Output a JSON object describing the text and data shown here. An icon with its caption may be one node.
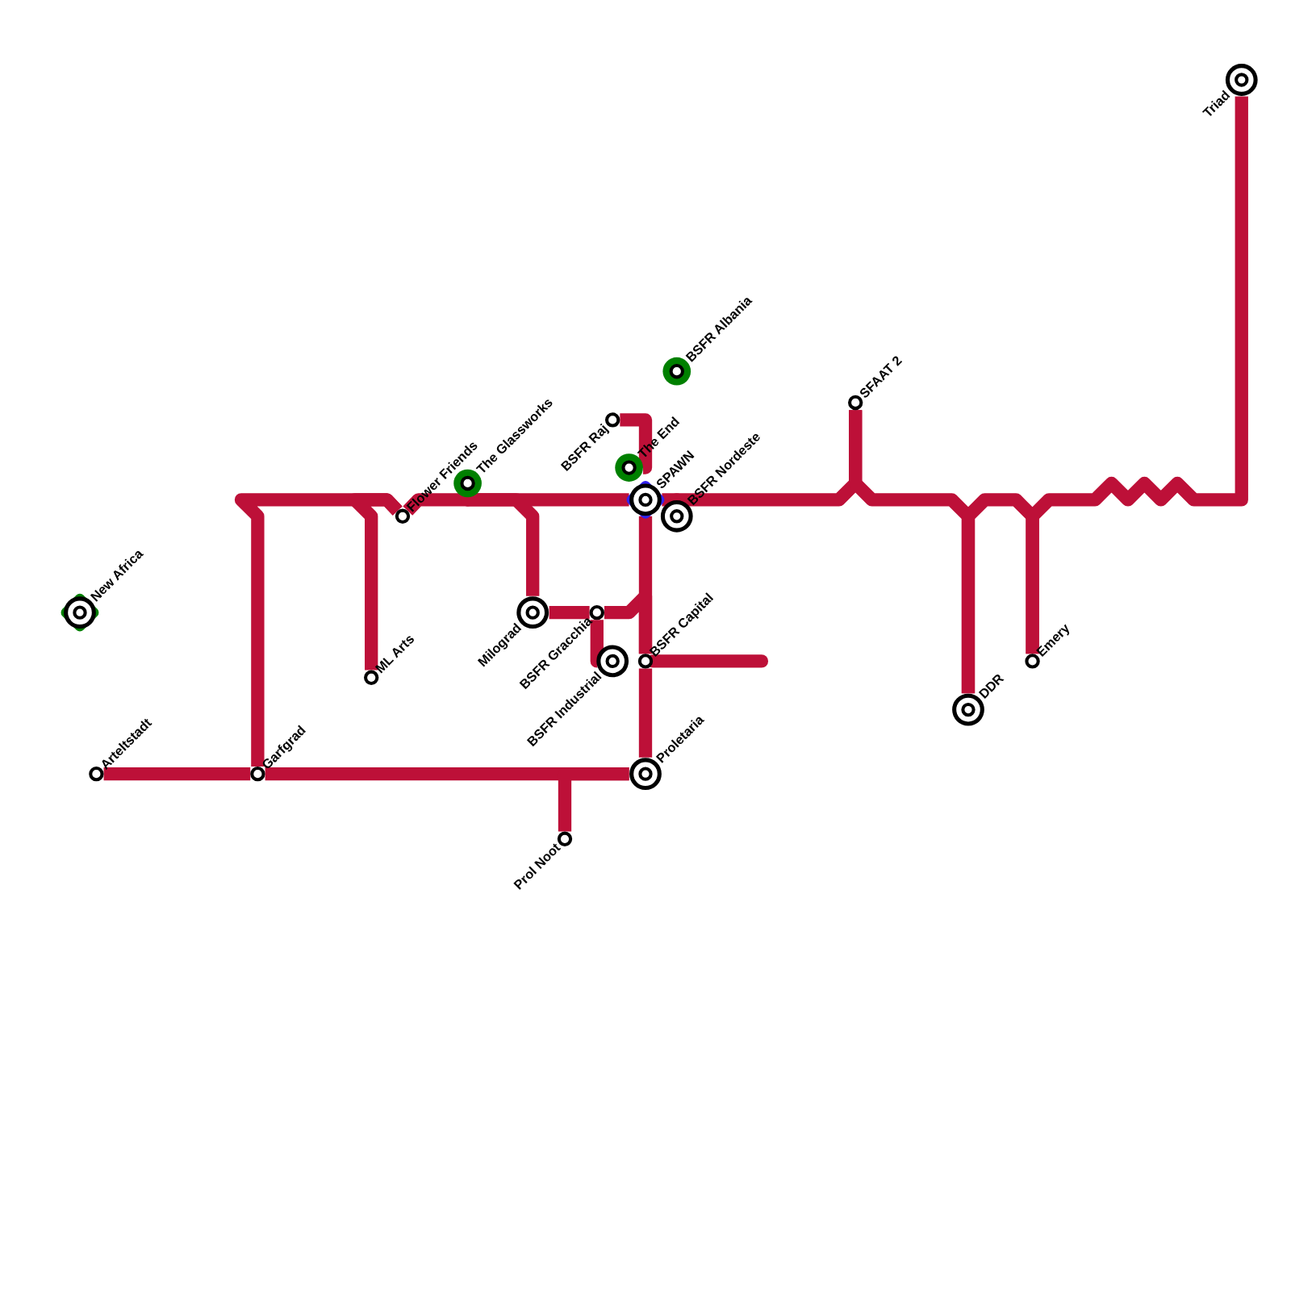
{
  "diagram": {
    "nodes": [
      {
        "text": [
          "New Africa"
        ]
      },
      {
        "text": [
          "Arteltstadt"
        ]
      },
      {
        "text": [
          "Garfgrad"
        ]
      },
      {
        "text": [
          "ML Arts"
        ]
      },
      {
        "text": [
          "Flower Friends"
        ]
      },
      {
        "text": [
          "The Glassworks"
        ]
      },
      {
        "text": [
          "BSFR Raj"
        ]
      },
      {
        "text": [
          "The End"
        ]
      },
      {
        "text": [
          "SPAWN"
        ]
      },
      {
        "text": [
          "BSFR Nordeste"
        ]
      },
      {
        "text": [
          "BSFR Albania"
        ]
      },
      {
        "text": [
          "SFAAT 2"
        ]
      },
      {
        "text": [
          "Milograd"
        ]
      },
      {
        "text": [
          "BSFR Gracchia"
        ]
      },
      {
        "text": [
          "BSFR Industrial"
        ]
      },
      {
        "text": [
          "BSFR Capital"
        ]
      },
      {
        "text": [
          "Proletaria"
        ]
      },
      {
        "text": [
          "Prol Noot"
        ]
      },
      {
        "text": [
          "DDR"
        ]
      },
      {
        "text": [
          "Emery"
        ]
      },
      {
        "text": [
          "Triad"
        ]
      }
    ],
    "edges": [
      {
        "from": 1,
        "to": 2,
        "arrow": "none"
      },
      {
        "from": 2,
        "to": 16,
        "arrow": "none"
      },
      {
        "from": 17,
        "to": 16,
        "arrow": "none"
      },
      {
        "from": 2,
        "to": 4,
        "arrow": "none"
      },
      {
        "from": 3,
        "to": 4,
        "arrow": "none"
      },
      {
        "from": 4,
        "to": 5,
        "arrow": "none"
      },
      {
        "from": 5,
        "to": 8,
        "arrow": "none"
      },
      {
        "from": 12,
        "to": 5,
        "arrow": "none"
      },
      {
        "from": 12,
        "to": 13,
        "arrow": "none"
      },
      {
        "from": 13,
        "to": 14,
        "arrow": "none"
      },
      {
        "from": 13,
        "to": 15,
        "arrow": "none"
      },
      {
        "from": 8,
        "to": 15,
        "arrow": "none"
      },
      {
        "from": 15,
        "to": 16,
        "arrow": "none"
      },
      {
        "from": 15,
        "to": null,
        "arrow": "none"
      },
      {
        "from": 6,
        "to": 7,
        "arrow": "none"
      },
      {
        "from": 8,
        "to": 9,
        "arrow": "none"
      },
      {
        "from": 9,
        "to": 11,
        "arrow": "none"
      },
      {
        "from": 11,
        "to": 18,
        "arrow": "none"
      },
      {
        "from": 18,
        "to": 19,
        "arrow": "none"
      },
      {
        "from": 19,
        "to": 20,
        "arrow": "none"
      }
    ]
  }
}
